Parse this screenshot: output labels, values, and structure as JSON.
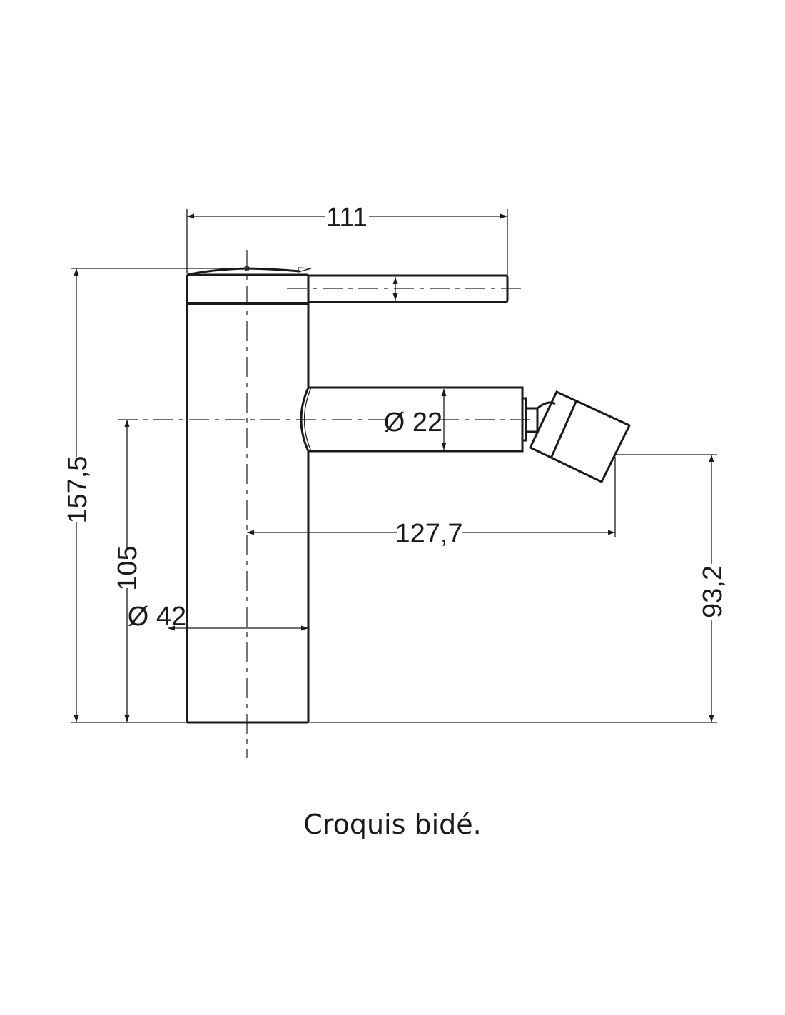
{
  "drawing": {
    "dimensions": {
      "overall_width": "111",
      "overall_height": "157,5",
      "spout_axis_height": "105",
      "body_diameter": "Ø 42",
      "spout_diameter": "Ø 22",
      "spout_reach": "127,7",
      "outlet_height": "93,2"
    },
    "caption": "Croquis bidé."
  }
}
